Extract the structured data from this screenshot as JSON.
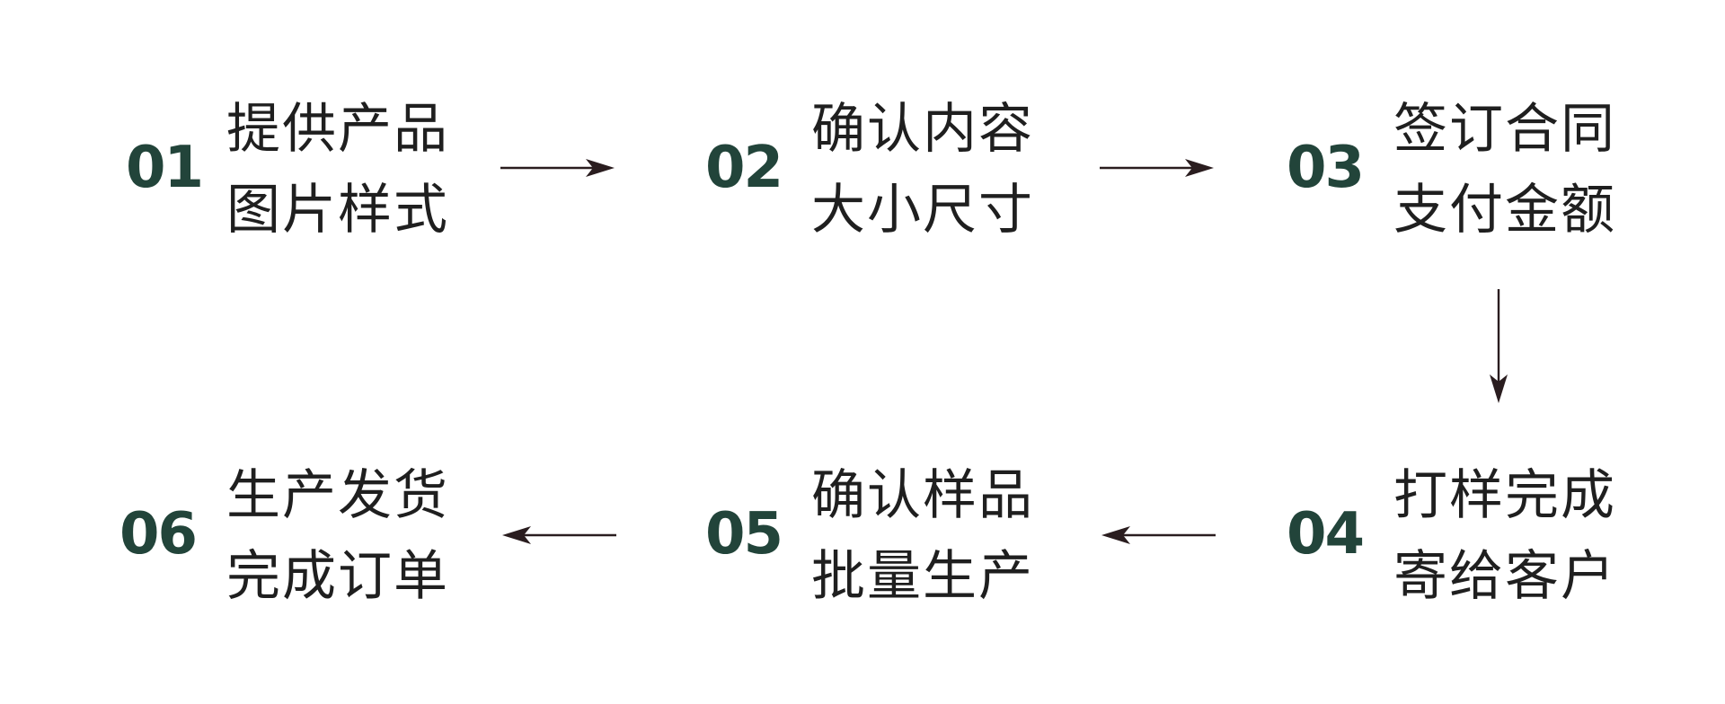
{
  "colors": {
    "number": "#22443a",
    "text": "#1f1f1f",
    "arrow": "#2a1d1f",
    "background": "#ffffff"
  },
  "steps": [
    {
      "number": "01",
      "line1": "提供产品",
      "line2": "图片样式"
    },
    {
      "number": "02",
      "line1": "确认内容",
      "line2": "大小尺寸"
    },
    {
      "number": "03",
      "line1": "签订合同",
      "line2": "支付金额"
    },
    {
      "number": "04",
      "line1": "打样完成",
      "line2": "寄给客户"
    },
    {
      "number": "05",
      "line1": "确认样品",
      "line2": "批量生产"
    },
    {
      "number": "06",
      "line1": "生产发货",
      "line2": "完成订单"
    }
  ]
}
